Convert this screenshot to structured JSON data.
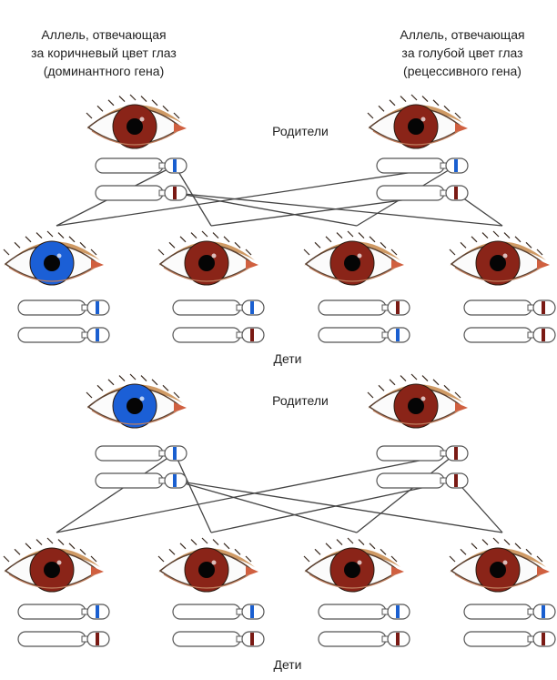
{
  "header": {
    "left": [
      "Аллель, отвечающая",
      "за коричневый цвет глаз",
      "(доминантного гена)"
    ],
    "right": [
      "Аллель, отвечающая",
      "за голубой цвет глаз",
      "(рецессивного гена)"
    ]
  },
  "labels": {
    "parents_1": "Родители",
    "children_1": "Дети",
    "parents_2": "Родители",
    "children_2": "Дети"
  },
  "colors": {
    "brown_eye": "#8a2418",
    "blue_eye": "#1b5fd6",
    "brown_allele": "#7a1a14",
    "blue_allele": "#1a5fd0",
    "eyelid": "#c7884a",
    "chromosome_outline": "#555555",
    "line": "#444444"
  },
  "crosses": [
    {
      "parents": [
        {
          "eye": "brown",
          "alleles": [
            "blue",
            "brown"
          ]
        },
        {
          "eye": "brown",
          "alleles": [
            "blue",
            "brown"
          ]
        }
      ],
      "children": [
        {
          "eye": "blue",
          "alleles": [
            "blue",
            "blue"
          ]
        },
        {
          "eye": "brown",
          "alleles": [
            "blue",
            "brown"
          ]
        },
        {
          "eye": "brown",
          "alleles": [
            "brown",
            "blue"
          ]
        },
        {
          "eye": "brown",
          "alleles": [
            "brown",
            "brown"
          ]
        }
      ]
    },
    {
      "parents": [
        {
          "eye": "blue",
          "alleles": [
            "blue",
            "blue"
          ]
        },
        {
          "eye": "brown",
          "alleles": [
            "brown",
            "brown"
          ]
        }
      ],
      "children": [
        {
          "eye": "brown",
          "alleles": [
            "blue",
            "brown"
          ]
        },
        {
          "eye": "brown",
          "alleles": [
            "blue",
            "brown"
          ]
        },
        {
          "eye": "brown",
          "alleles": [
            "blue",
            "brown"
          ]
        },
        {
          "eye": "brown",
          "alleles": [
            "blue",
            "brown"
          ]
        }
      ]
    }
  ]
}
